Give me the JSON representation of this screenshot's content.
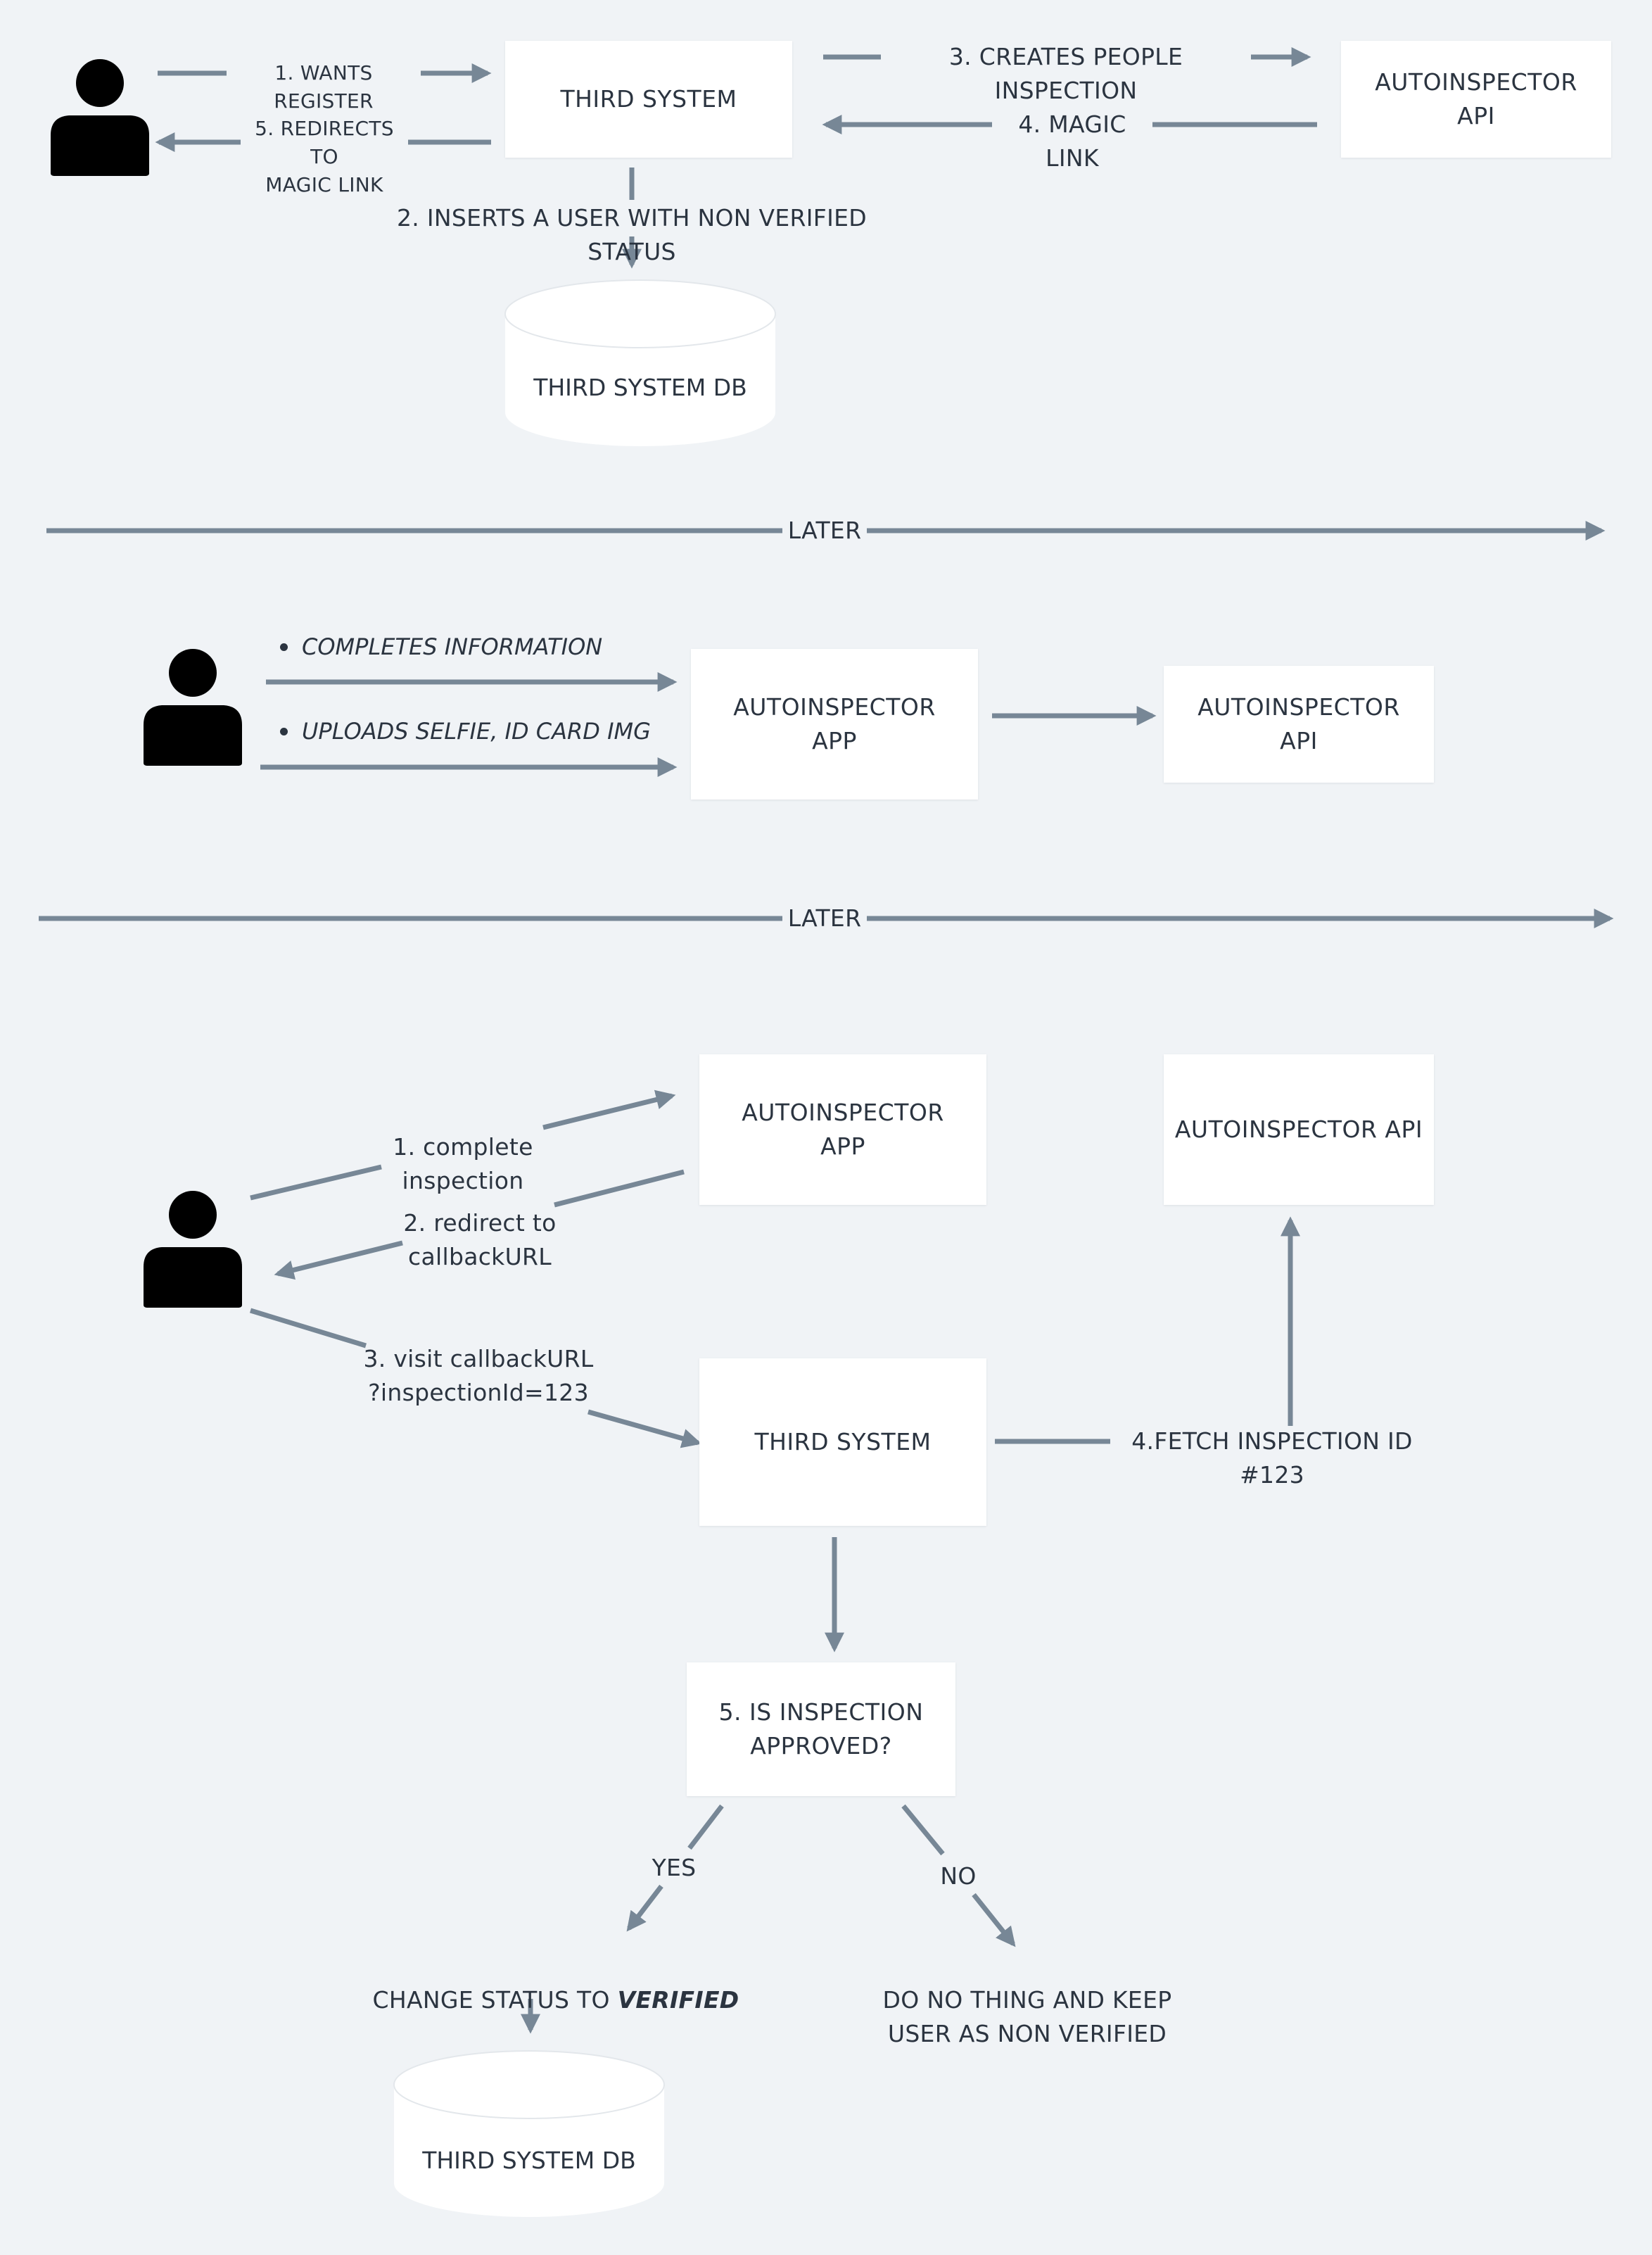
{
  "section1": {
    "third_system": "THIRD SYSTEM",
    "autoinspector_api": "AUTOINSPECTOR\nAPI",
    "db": "THIRD SYSTEM DB",
    "step1": "1. WANTS REGISTER",
    "step2": "2. INSERTS A USER WITH NON VERIFIED STATUS",
    "step3": "3. CREATES PEOPLE INSPECTION",
    "step4": "4. MAGIC LINK",
    "step5": "5. REDIRECTS TO\nMAGIC LINK"
  },
  "later_label": "LATER",
  "section2": {
    "bullet1": "COMPLETES INFORMATION",
    "bullet2": "UPLOADS SELFIE, ID CARD IMG",
    "app": "AUTOINSPECTOR\nAPP",
    "api": "AUTOINSPECTOR\nAPI"
  },
  "section3": {
    "app": "AUTOINSPECTOR\nAPP",
    "api": "AUTOINSPECTOR API",
    "third_system": "THIRD SYSTEM",
    "step1": "1. complete inspection",
    "step2": "2. redirect to callbackURL",
    "step3": "3. visit callbackURL\n?inspectionId=123",
    "step4": "4.FETCH INSPECTION ID #123",
    "decision": "5.  IS INSPECTION\nAPPROVED?",
    "yes": "YES",
    "no": "NO",
    "change_status_prefix": "CHANGE STATUS TO ",
    "change_status_value": "VERIFIED",
    "do_nothing": "DO NO THING AND KEEP\nUSER AS NON VERIFIED",
    "db": "THIRD SYSTEM DB"
  },
  "colors": {
    "background": "#f0f3f6",
    "arrow": "#778796",
    "box": "#ffffff",
    "text": "#2b3440",
    "user_icon": "#000000"
  },
  "icons": [
    "user-icon",
    "database-icon"
  ]
}
